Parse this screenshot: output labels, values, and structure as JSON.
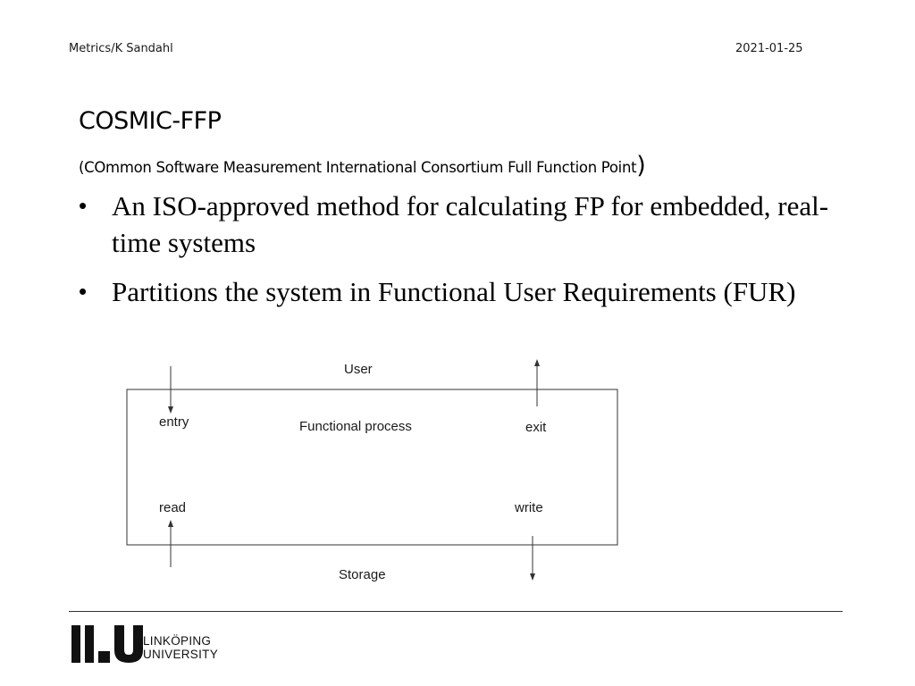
{
  "header": {
    "left": "Metrics/K Sandahl",
    "right": "2021-01-25"
  },
  "slide": {
    "title": "COSMIC-FFP",
    "subtitle": "(COmmon Software Measurement International Consortium Full Function Point",
    "subtitle_close": ")",
    "bullet_symbol": "•",
    "bullets": [
      "An ISO-approved method for calculating FP for embedded, real-time systems",
      "Partitions the system in Functional User Requirements (FUR)"
    ]
  },
  "diagram": {
    "user_label": "User",
    "storage_label": "Storage",
    "process_label": "Functional  process",
    "entry_label": "entry",
    "exit_label": "exit",
    "read_label": "read",
    "write_label": "write"
  },
  "footer": {
    "logo_line1": "LINKÖPING",
    "logo_line2": "UNIVERSITY"
  }
}
